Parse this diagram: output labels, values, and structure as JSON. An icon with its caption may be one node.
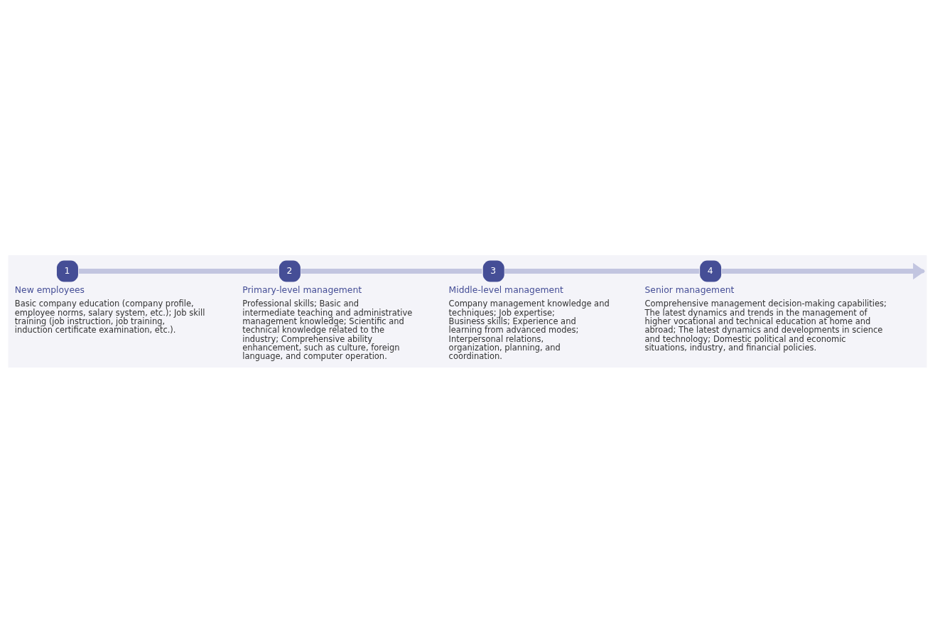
{
  "diagram": {
    "nodes": [
      {
        "text": [
          "1"
        ],
        "beside": [
          "New employees",
          "Basic company education (company profile, employee norms, salary system, etc.); Job skill training (job instruction, job training, induction certificate examination, etc.)."
        ]
      },
      {
        "text": [
          "2"
        ],
        "beside": [
          "Primary-level management",
          "Professional skills; Basic and intermediate teaching and administrative management knowledge; Scientific and technical knowledge related to the industry; Comprehensive ability enhancement, such as culture, foreign language, and computer operation."
        ]
      },
      {
        "text": [
          "3"
        ],
        "beside": [
          "Middle-level management",
          "Company management knowledge and techniques; Job expertise; Business skills; Experience and learning from advanced modes; Interpersonal relations, organization, planning, and coordination."
        ]
      },
      {
        "text": [
          "4"
        ],
        "beside": [
          "Senior management",
          "Comprehensive management decision-making capabilities; The latest dynamics and trends in the management of higher vocational and technical education at home and abroad; The latest dynamics and developments in science and technology; Domestic political and economic situations, industry, and financial policies."
        ]
      }
    ],
    "edges": [
      {
        "from": 0,
        "to": 1,
        "arrow": "none"
      },
      {
        "from": 1,
        "to": 2,
        "arrow": "none"
      },
      {
        "from": 2,
        "to": 3,
        "arrow": "none"
      },
      {
        "from": 3,
        "to": null,
        "arrow": "to"
      }
    ]
  }
}
